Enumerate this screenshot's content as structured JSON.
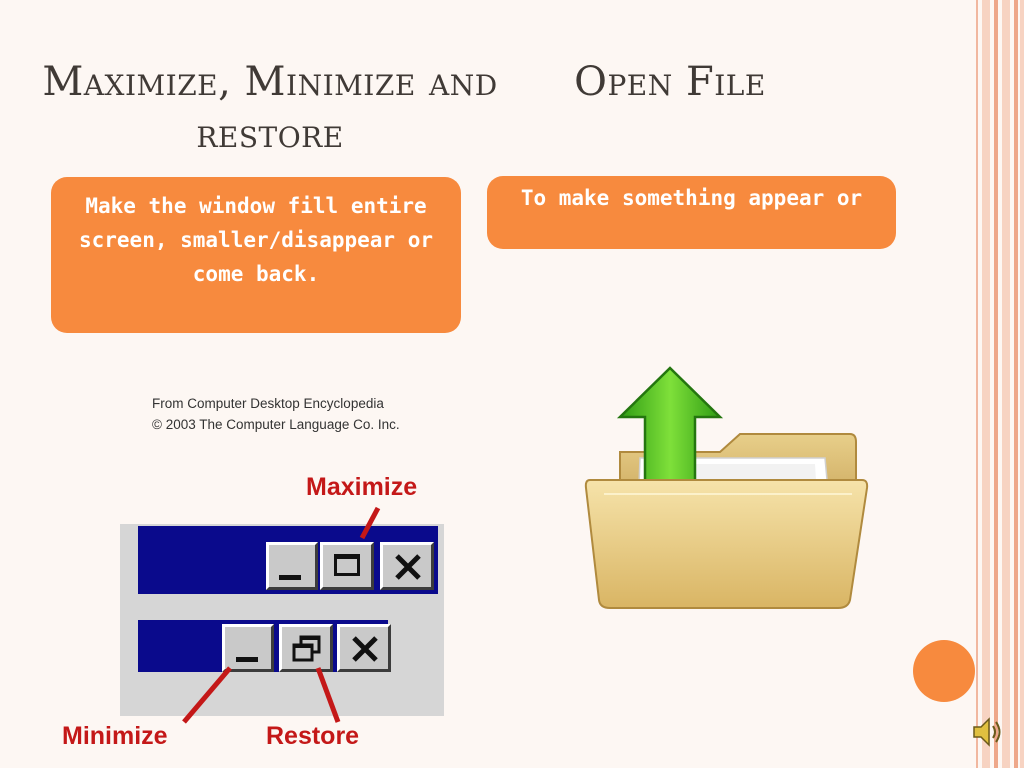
{
  "slide": {
    "left_title": "Maximize, Minimize and restore",
    "right_title": "Open File",
    "left_box_text": "Make the window fill entire screen, smaller/disappear or come back.",
    "right_box_text": "To make something appear or"
  },
  "illustration": {
    "credit_line1": "From Computer Desktop Encyclopedia",
    "credit_line2": "© 2003 The Computer Language Co. Inc.",
    "label_maximize": "Maximize",
    "label_minimize": "Minimize",
    "label_restore": "Restore"
  },
  "icons": {
    "open_file": "folder-with-up-arrow-icon",
    "sound": "speaker-icon",
    "minimize": "minimize-icon",
    "maximize": "maximize-icon",
    "restore": "restore-icon",
    "close": "close-x-icon"
  },
  "colors": {
    "accent": "#f78a3e",
    "callout_red": "#c41818",
    "titlebar_blue": "#0a0a8c",
    "title_text": "#403a36"
  }
}
